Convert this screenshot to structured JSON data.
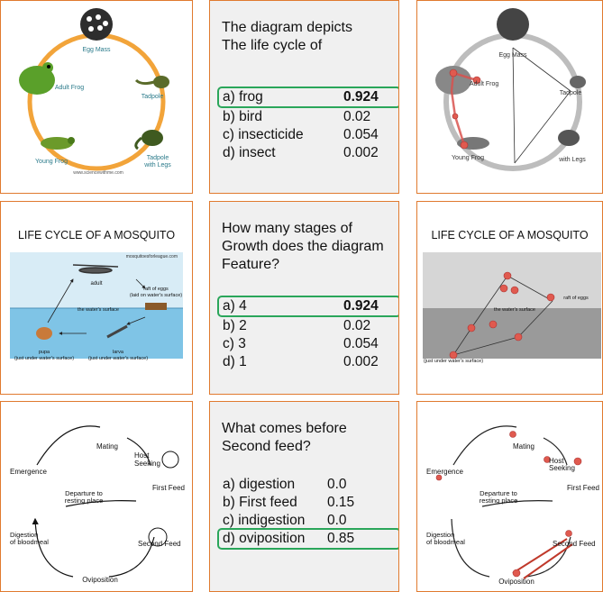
{
  "rows": [
    {
      "question": [
        "The diagram depicts",
        "The life cycle of"
      ],
      "options": [
        {
          "label": "a) frog",
          "score": "0.924",
          "best": true
        },
        {
          "label": "b) bird",
          "score": "0.02",
          "best": false
        },
        {
          "label": "c) insecticide",
          "score": "0.054",
          "best": false
        },
        {
          "label": "d) insect",
          "score": "0.002",
          "best": false
        }
      ],
      "image_labels": {
        "egg": "Egg Mass",
        "tadpole": "Tadpole",
        "legs": "Tadpole with Legs",
        "young": "Young Frog",
        "adult": "Adult Frog",
        "site": "www.sciencewithme.com"
      }
    },
    {
      "question": [
        "How many stages of",
        "Growth does the diagram",
        "Feature?"
      ],
      "options": [
        {
          "label": "a) 4",
          "score": "0.924",
          "best": true
        },
        {
          "label": "b) 2",
          "score": "0.02",
          "best": false
        },
        {
          "label": "c) 3",
          "score": "0.054",
          "best": false
        },
        {
          "label": "d) 1",
          "score": "0.002",
          "best": false
        }
      ],
      "image_title": "LIFE CYCLE OF A MOSQUITO",
      "image_labels": {
        "site": "mosquitoesforleague.com",
        "adult": "adult",
        "raft": "raft of eggs (laid on water's surface)",
        "surface": "the water's surface",
        "pupa": "pupa (just under water's surface)",
        "larva": "larva (just under water's surface)"
      }
    },
    {
      "question": [
        "What comes before",
        "Second feed?"
      ],
      "options": [
        {
          "label": "a) digestion",
          "score": "0.0",
          "best": false
        },
        {
          "label": "b) First feed",
          "score": "0.15",
          "best": false
        },
        {
          "label": "c) indigestion",
          "score": "0.0",
          "best": false
        },
        {
          "label": "d) oviposition",
          "score": "0.85",
          "best": true
        }
      ],
      "image_labels": {
        "mating": "Mating",
        "host": "Host Seeking",
        "first": "First Feed",
        "emergence": "Emergence",
        "departure": "Departure to resting place",
        "digestion": "Digestion of bloodmeal",
        "second": "Second Feed",
        "ovi": "Oviposition"
      }
    }
  ]
}
